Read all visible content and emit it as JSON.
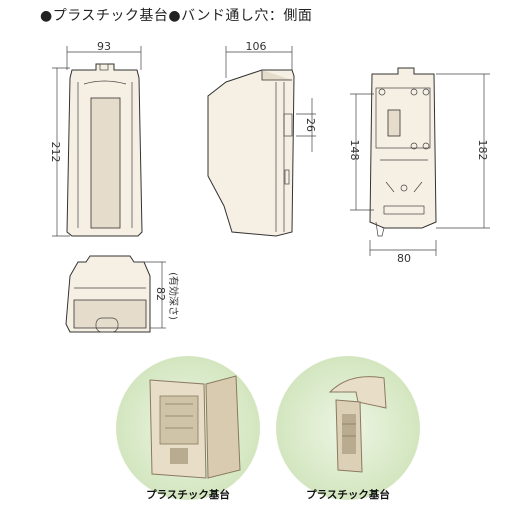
{
  "header": {
    "caption": "●プラスチック基台●バンド通し穴：側面"
  },
  "front_view": {
    "width_label": "93",
    "height_label": "212"
  },
  "side_view": {
    "width_label": "106",
    "hole_label": "26"
  },
  "base_view": {
    "height_label": "148",
    "total_height_label": "182",
    "width_label": "80"
  },
  "bottom_view": {
    "depth_label": "82",
    "depth_note": "(有効深さ)"
  },
  "photos": [
    {
      "label": "プラスチック基台"
    },
    {
      "label": "プラスチック基台"
    }
  ]
}
